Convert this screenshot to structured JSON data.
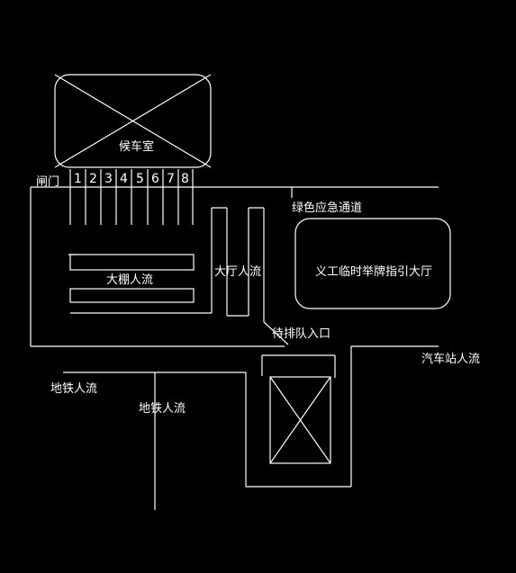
{
  "diagram": {
    "waiting_room": "候车室",
    "gate": "闸门",
    "gate_numbers": [
      "1",
      "2",
      "3",
      "4",
      "5",
      "6",
      "7",
      "8"
    ],
    "green_channel": "绿色应急通道",
    "volunteer_hall": "义工临时举牌指引大厅",
    "tent_flow": "大棚人流",
    "hall_flow": "大厅人流",
    "queue_entrance": "待排队入口",
    "bus_station_flow": "汽车站人流",
    "metro_flow_1": "地铁人流",
    "metro_flow_2": "地铁人流"
  },
  "colors": {
    "background": "#000000",
    "line": "#ffffff"
  }
}
